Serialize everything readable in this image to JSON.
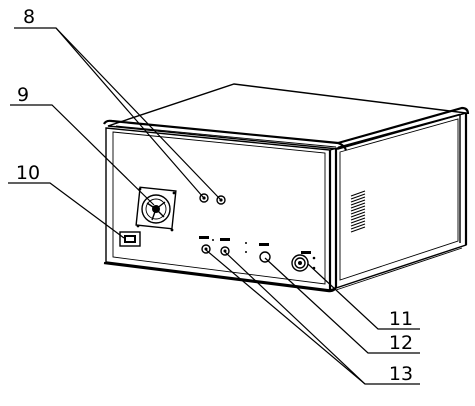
{
  "callouts": {
    "c8": {
      "label": "8"
    },
    "c9": {
      "label": "9"
    },
    "c10": {
      "label": "10"
    },
    "c11": {
      "label": "11"
    },
    "c12": {
      "label": "12"
    },
    "c13": {
      "label": "13"
    }
  }
}
